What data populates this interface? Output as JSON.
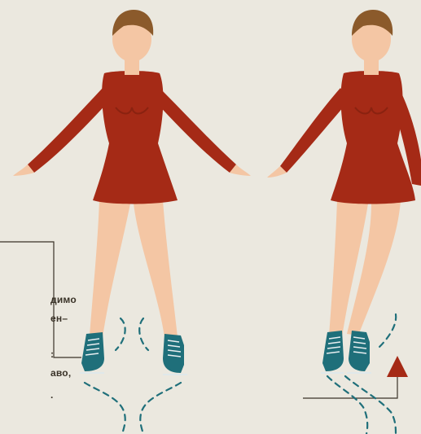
{
  "illustration": {
    "subject": "two figure skaters performing stroking elements",
    "colors": {
      "background": "#ebe8df",
      "dress": "#a52a16",
      "dress_shadow": "#8a2210",
      "skin": "#f4c6a4",
      "hair": "#8b5a2b",
      "skate": "#1f6f7a",
      "lace": "#e8eef0",
      "trace_line": "#1f6f7a",
      "marker": "#a52a16",
      "leader_line": "#3a3328"
    },
    "icons": [
      "skater-figure",
      "skate-boot",
      "cone-marker"
    ]
  },
  "caption": {
    "lines": [
      "димо",
      "ен–",
      "",
      ":",
      "аво,",
      "."
    ]
  }
}
